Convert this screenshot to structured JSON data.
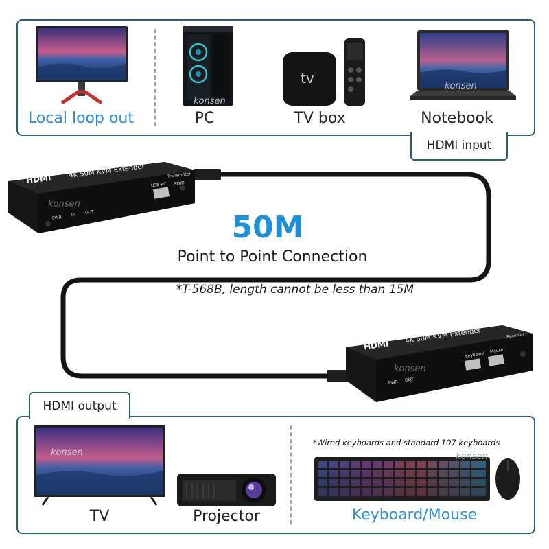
{
  "top_panel": {
    "items": [
      {
        "label": "Local loop out",
        "icon": "monitor-icon"
      },
      {
        "label": "PC",
        "icon": "pc-tower-icon"
      },
      {
        "label": "TV box",
        "icon": "tv-box-icon"
      },
      {
        "label": "Notebook",
        "icon": "laptop-icon"
      }
    ],
    "tv_box_logo": "tv",
    "input_tab": "HDMI input"
  },
  "transmitter": {
    "brand": "HDMI",
    "model": "4K 50M KVM Extender",
    "role": "Transmitter",
    "usb_label": "USB-PC",
    "edid_label": "EDID",
    "port_labels": [
      "PWR",
      "IN",
      "OUT"
    ]
  },
  "connection": {
    "distance": "50M",
    "subtitle": "Point to Point Connection",
    "note": "*T-568B, length cannot be less than 15M"
  },
  "receiver": {
    "brand": "HDMI",
    "model": "4K 50M KVM Extender",
    "role": "Receiver",
    "port_labels": [
      "Keyboard",
      "Mouse"
    ],
    "bottom_labels": [
      "PWR",
      "OUT"
    ]
  },
  "bottom_panel": {
    "output_tab": "HDMI output",
    "items": [
      {
        "label": "TV",
        "icon": "tv-icon"
      },
      {
        "label": "Projector",
        "icon": "projector-icon"
      },
      {
        "label": "Keyboard/Mouse",
        "icon": "keyboard-mouse-icon"
      }
    ],
    "keyboard_note": "*Wired keyboards and standard 107 keyboards"
  },
  "watermark": "konsen",
  "colors": {
    "border": "#2e5d78",
    "accent_blue": "#2f8ed6",
    "title_blue": "#1e8fd6",
    "device": "#1b1b1b"
  }
}
